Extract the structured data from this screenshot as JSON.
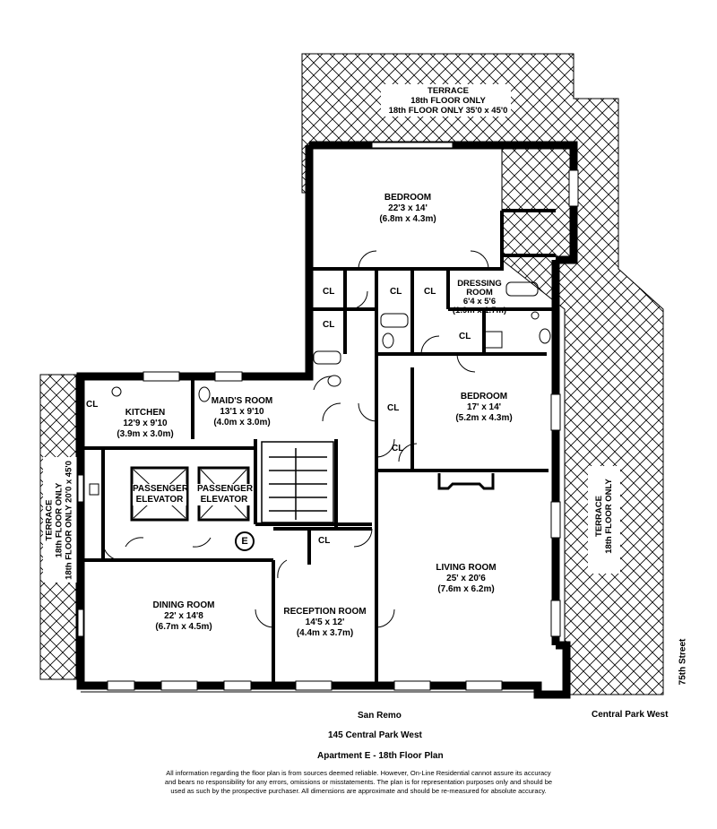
{
  "terraces": {
    "top": {
      "line1": "TERRACE",
      "line2": "18th FLOOR ONLY",
      "line3": "18th FLOOR ONLY  35'0 x 45'0"
    },
    "right": {
      "line1": "TERRACE",
      "line2": "18th FLOOR ONLY"
    },
    "left": {
      "line1": "TERRACE",
      "line2": "18th FLOOR ONLY",
      "line3": "18th FLOOR ONLY  20'0 x 45'0"
    }
  },
  "rooms": {
    "bedroom_top": {
      "name": "BEDROOM",
      "dim": "22'3  x 14'",
      "metric": "(6.8m x 4.3m)"
    },
    "dressing": {
      "name1": "DRESSING",
      "name2": "ROOM",
      "dim": "6'4  x 5'6",
      "metric": "(1.9m x 1.7m)"
    },
    "bedroom_mid": {
      "name": "BEDROOM",
      "dim": "17' x 14'",
      "metric": "(5.2m x 4.3m)"
    },
    "kitchen": {
      "name": "KITCHEN",
      "dim": "12'9  x 9'10",
      "metric": "(3.9m x 3.0m)"
    },
    "maids": {
      "name": "MAID'S ROOM",
      "dim": "13'1  x 9'10",
      "metric": "(4.0m x 3.0m)"
    },
    "elevator1": {
      "line1": "PASSENGER",
      "line2": "ELEVATOR"
    },
    "elevator2": {
      "line1": "PASSENGER",
      "line2": "ELEVATOR"
    },
    "living": {
      "name": "LIVING ROOM",
      "dim": "25' x 20'6",
      "metric": "(7.6m x 6.2m)"
    },
    "dining": {
      "name": "DINING ROOM",
      "dim": "22' x 14'8",
      "metric": "(6.7m x 4.5m)"
    },
    "reception": {
      "name": "RECEPTION ROOM",
      "dim": "14'5  x 12'",
      "metric": "(4.4m x 3.7m)"
    }
  },
  "closet_label": "CL",
  "elevator_marker": "E",
  "streets": {
    "east": "75th Street",
    "west": "Central Park West"
  },
  "footer": {
    "building": "San Remo",
    "address": "145 Central Park West",
    "plan_title": "Apartment E - 18th Floor Plan",
    "disclaimer1": "All information regarding the floor plan is from sources deemed reliable.  However, On-Line Residential cannot assure its accuracy",
    "disclaimer2": "and bears no responsibility for any errors, omissions or misstatements.  The plan is for representation purposes only and should be",
    "disclaimer3": "used as such by the prospective purchaser.  All dimensions are approximate and should be re-measured for absolute accuracy."
  }
}
